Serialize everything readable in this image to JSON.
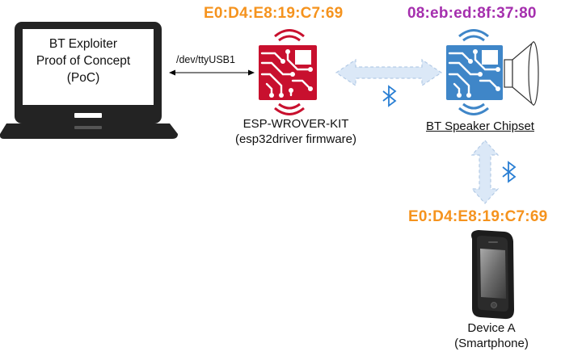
{
  "laptop": {
    "line1": "BT Exploiter",
    "line2": "Proof of Concept",
    "line3": "(PoC)"
  },
  "serial_port": "/dev/ttyUSB1",
  "esp": {
    "address": "E0:D4:E8:19:C7:69",
    "name": "ESP-WROVER-KIT",
    "firmware": "(esp32driver firmware)"
  },
  "speaker": {
    "address": "08:eb:ed:8f:37:80",
    "name": "BT Speaker Chipset"
  },
  "device_a": {
    "address": "E0:D4:E8:19:C7:69",
    "name": "Device A",
    "type": "(Smartphone)"
  },
  "colors": {
    "esp_address": "#f5931e",
    "speaker_address": "#a52fae",
    "device_address": "#f5931e",
    "esp_chip": "#c8102e",
    "speaker_chip": "#3f86c8",
    "bt_link": "#dbe8f7",
    "bluetooth_symbol": "#2a7fd4"
  },
  "icons": [
    "laptop-icon",
    "esp-chip-icon",
    "speaker-chip-icon",
    "speaker-cone-icon",
    "smartphone-icon",
    "bluetooth-icon"
  ]
}
